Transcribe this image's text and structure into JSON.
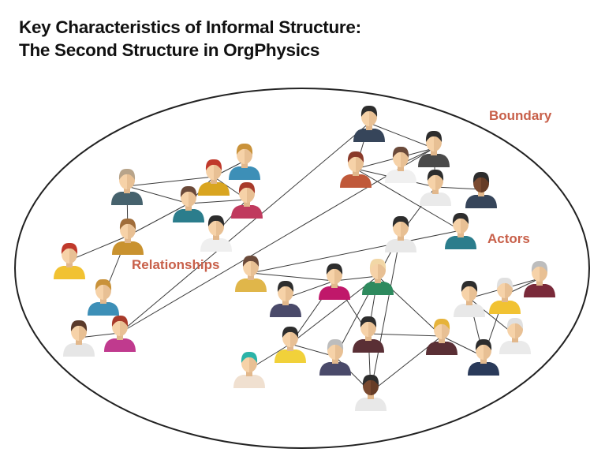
{
  "title": {
    "line1": "Key Characteristics of Informal Structure:",
    "line2": "The Second Structure in OrgPhysics"
  },
  "labels": {
    "boundary": "Boundary",
    "actors": "Actors",
    "relationships": "Relationships"
  },
  "colors": {
    "label": "#c8604a",
    "line": "#3a3a3a",
    "boundary": "#222222",
    "skin_light": "#f6d2a8",
    "skin_dark": "#7a4a30",
    "face_shadow": "#e2b88c"
  },
  "people": [
    {
      "id": "p1",
      "hair": "#b8a48a",
      "shirt": "#46626d",
      "skin": "light"
    },
    {
      "id": "p2",
      "hair": "#c9923a",
      "shirt": "#3d8fb7",
      "skin": "light"
    },
    {
      "id": "p3",
      "hair": "#c0392b",
      "shirt": "#d9a520",
      "skin": "light"
    },
    {
      "id": "p4",
      "hair": "#6b4a3a",
      "shirt": "#2b7d8c",
      "skin": "light"
    },
    {
      "id": "p5",
      "hair": "#a83a2a",
      "shirt": "#c03a5e",
      "skin": "light"
    },
    {
      "id": "p6",
      "hair": "#2d2d2d",
      "shirt": "#efefef",
      "skin": "light"
    },
    {
      "id": "p7",
      "hair": "#a06d3a",
      "shirt": "#c9922f",
      "skin": "light"
    },
    {
      "id": "p8",
      "hair": "#c0392b",
      "shirt": "#f1c232",
      "skin": "light"
    },
    {
      "id": "p9",
      "hair": "#c9923a",
      "shirt": "#3d8fb7",
      "skin": "light"
    },
    {
      "id": "p10",
      "hair": "#5a3a2a",
      "shirt": "#e6e6e6",
      "skin": "light"
    },
    {
      "id": "p11",
      "hair": "#a83a2a",
      "shirt": "#c03a8e",
      "skin": "light"
    },
    {
      "id": "p12",
      "hair": "#2d2d2d",
      "shirt": "#36455a",
      "skin": "light"
    },
    {
      "id": "p13",
      "hair": "#2d2d2d",
      "shirt": "#4a4a4a",
      "skin": "light"
    },
    {
      "id": "p14",
      "hair": "#6b4a3a",
      "shirt": "#f0f0f0",
      "skin": "light"
    },
    {
      "id": "p15",
      "hair": "#8a3a2a",
      "shirt": "#c0593a",
      "skin": "light"
    },
    {
      "id": "p16",
      "hair": "#2d2d2d",
      "shirt": "#eaeaea",
      "skin": "light"
    },
    {
      "id": "p17",
      "hair": "#2d2d2d",
      "shirt": "#e8e8e8",
      "skin": "light"
    },
    {
      "id": "p18",
      "hair": "#2d2d2d",
      "shirt": "#36455a",
      "skin": "dark"
    },
    {
      "id": "p19",
      "hair": "#2d2d2d",
      "shirt": "#2b7d8c",
      "skin": "light"
    },
    {
      "id": "p20",
      "hair": "#6b4a3a",
      "shirt": "#e0b64a",
      "skin": "light"
    },
    {
      "id": "p21",
      "hair": "#2d2d2d",
      "shirt": "#c0186a",
      "skin": "light"
    },
    {
      "id": "p22",
      "hair": "#f2d7a6",
      "shirt": "#2e8a5e",
      "skin": "light"
    },
    {
      "id": "p23",
      "hair": "#2d2d2d",
      "shirt": "#4a4a6a",
      "skin": "light"
    },
    {
      "id": "p24",
      "hair": "#2d2d2d",
      "shirt": "#e8e8e8",
      "skin": "light"
    },
    {
      "id": "p25",
      "hair": "#e0e0e0",
      "shirt": "#f1c232",
      "skin": "light"
    },
    {
      "id": "p26",
      "hair": "#bdbdbd",
      "shirt": "#7a2a3a",
      "skin": "light"
    },
    {
      "id": "p27",
      "hair": "#2d2d2d",
      "shirt": "#e8e8e8",
      "skin": "light"
    },
    {
      "id": "p28",
      "hair": "#a83a2a",
      "shirt": "#d9d9d9",
      "skin": "light"
    },
    {
      "id": "p29",
      "hair": "#2d2d2d",
      "shirt": "#5a3a4a",
      "skin": "light"
    },
    {
      "id": "p30",
      "hair": "#2d2d2d",
      "shirt": "#f1d13a",
      "skin": "light"
    },
    {
      "id": "p31",
      "hair": "#2d2d2d",
      "shirt": "#5a2f35",
      "skin": "light"
    },
    {
      "id": "p32",
      "hair": "#e6b33a",
      "shirt": "#5a2f35",
      "skin": "light"
    },
    {
      "id": "p33",
      "hair": "#2d2d2d",
      "shirt": "#2a3a5a",
      "skin": "light"
    },
    {
      "id": "p34",
      "hair": "#e0e0e0",
      "shirt": "#eaeaea",
      "skin": "light"
    },
    {
      "id": "p35",
      "hair": "#2bb3a8",
      "shirt": "#f0e0d0",
      "skin": "light"
    },
    {
      "id": "p36",
      "hair": "#bdbdbd",
      "shirt": "#4a4a6a",
      "skin": "light"
    },
    {
      "id": "p37",
      "hair": "#2d2d2d",
      "shirt": "#e8e8e8",
      "skin": "dark"
    }
  ],
  "links": [
    [
      "p1",
      "p4"
    ],
    [
      "p1",
      "p3"
    ],
    [
      "p4",
      "p3"
    ],
    [
      "p3",
      "p2"
    ],
    [
      "p4",
      "p5"
    ],
    [
      "p3",
      "p5"
    ],
    [
      "p5",
      "p6"
    ],
    [
      "p4",
      "p7"
    ],
    [
      "p7",
      "p8"
    ],
    [
      "p10",
      "p11"
    ],
    [
      "p12",
      "p11"
    ],
    [
      "p12",
      "p13"
    ],
    [
      "p13",
      "p11"
    ],
    [
      "p13",
      "p14"
    ],
    [
      "p12",
      "p15"
    ],
    [
      "p13",
      "p15"
    ],
    [
      "p15",
      "p19"
    ],
    [
      "p16",
      "p13"
    ],
    [
      "p16",
      "p17"
    ],
    [
      "p16",
      "p18"
    ],
    [
      "p16",
      "p15"
    ],
    [
      "p17",
      "p36"
    ],
    [
      "p17",
      "p37"
    ],
    [
      "p19",
      "p20"
    ],
    [
      "p20",
      "p21"
    ],
    [
      "p21",
      "p22"
    ],
    [
      "p21",
      "p23"
    ],
    [
      "p21",
      "p31"
    ],
    [
      "p21",
      "p30"
    ],
    [
      "p22",
      "p30"
    ],
    [
      "p22",
      "p32"
    ],
    [
      "p22",
      "p31"
    ],
    [
      "p30",
      "p35"
    ],
    [
      "p30",
      "p36"
    ],
    [
      "p36",
      "p37"
    ],
    [
      "p31",
      "p37"
    ],
    [
      "p31",
      "p32"
    ],
    [
      "p32",
      "p33"
    ],
    [
      "p32",
      "p37"
    ],
    [
      "p25",
      "p33"
    ],
    [
      "p25",
      "p26"
    ],
    [
      "p26",
      "p24"
    ],
    [
      "p24",
      "p33"
    ],
    [
      "p24",
      "p34"
    ],
    [
      "p27",
      "p28"
    ],
    [
      "p28",
      "p29"
    ],
    [
      "p9",
      "p7"
    ]
  ]
}
